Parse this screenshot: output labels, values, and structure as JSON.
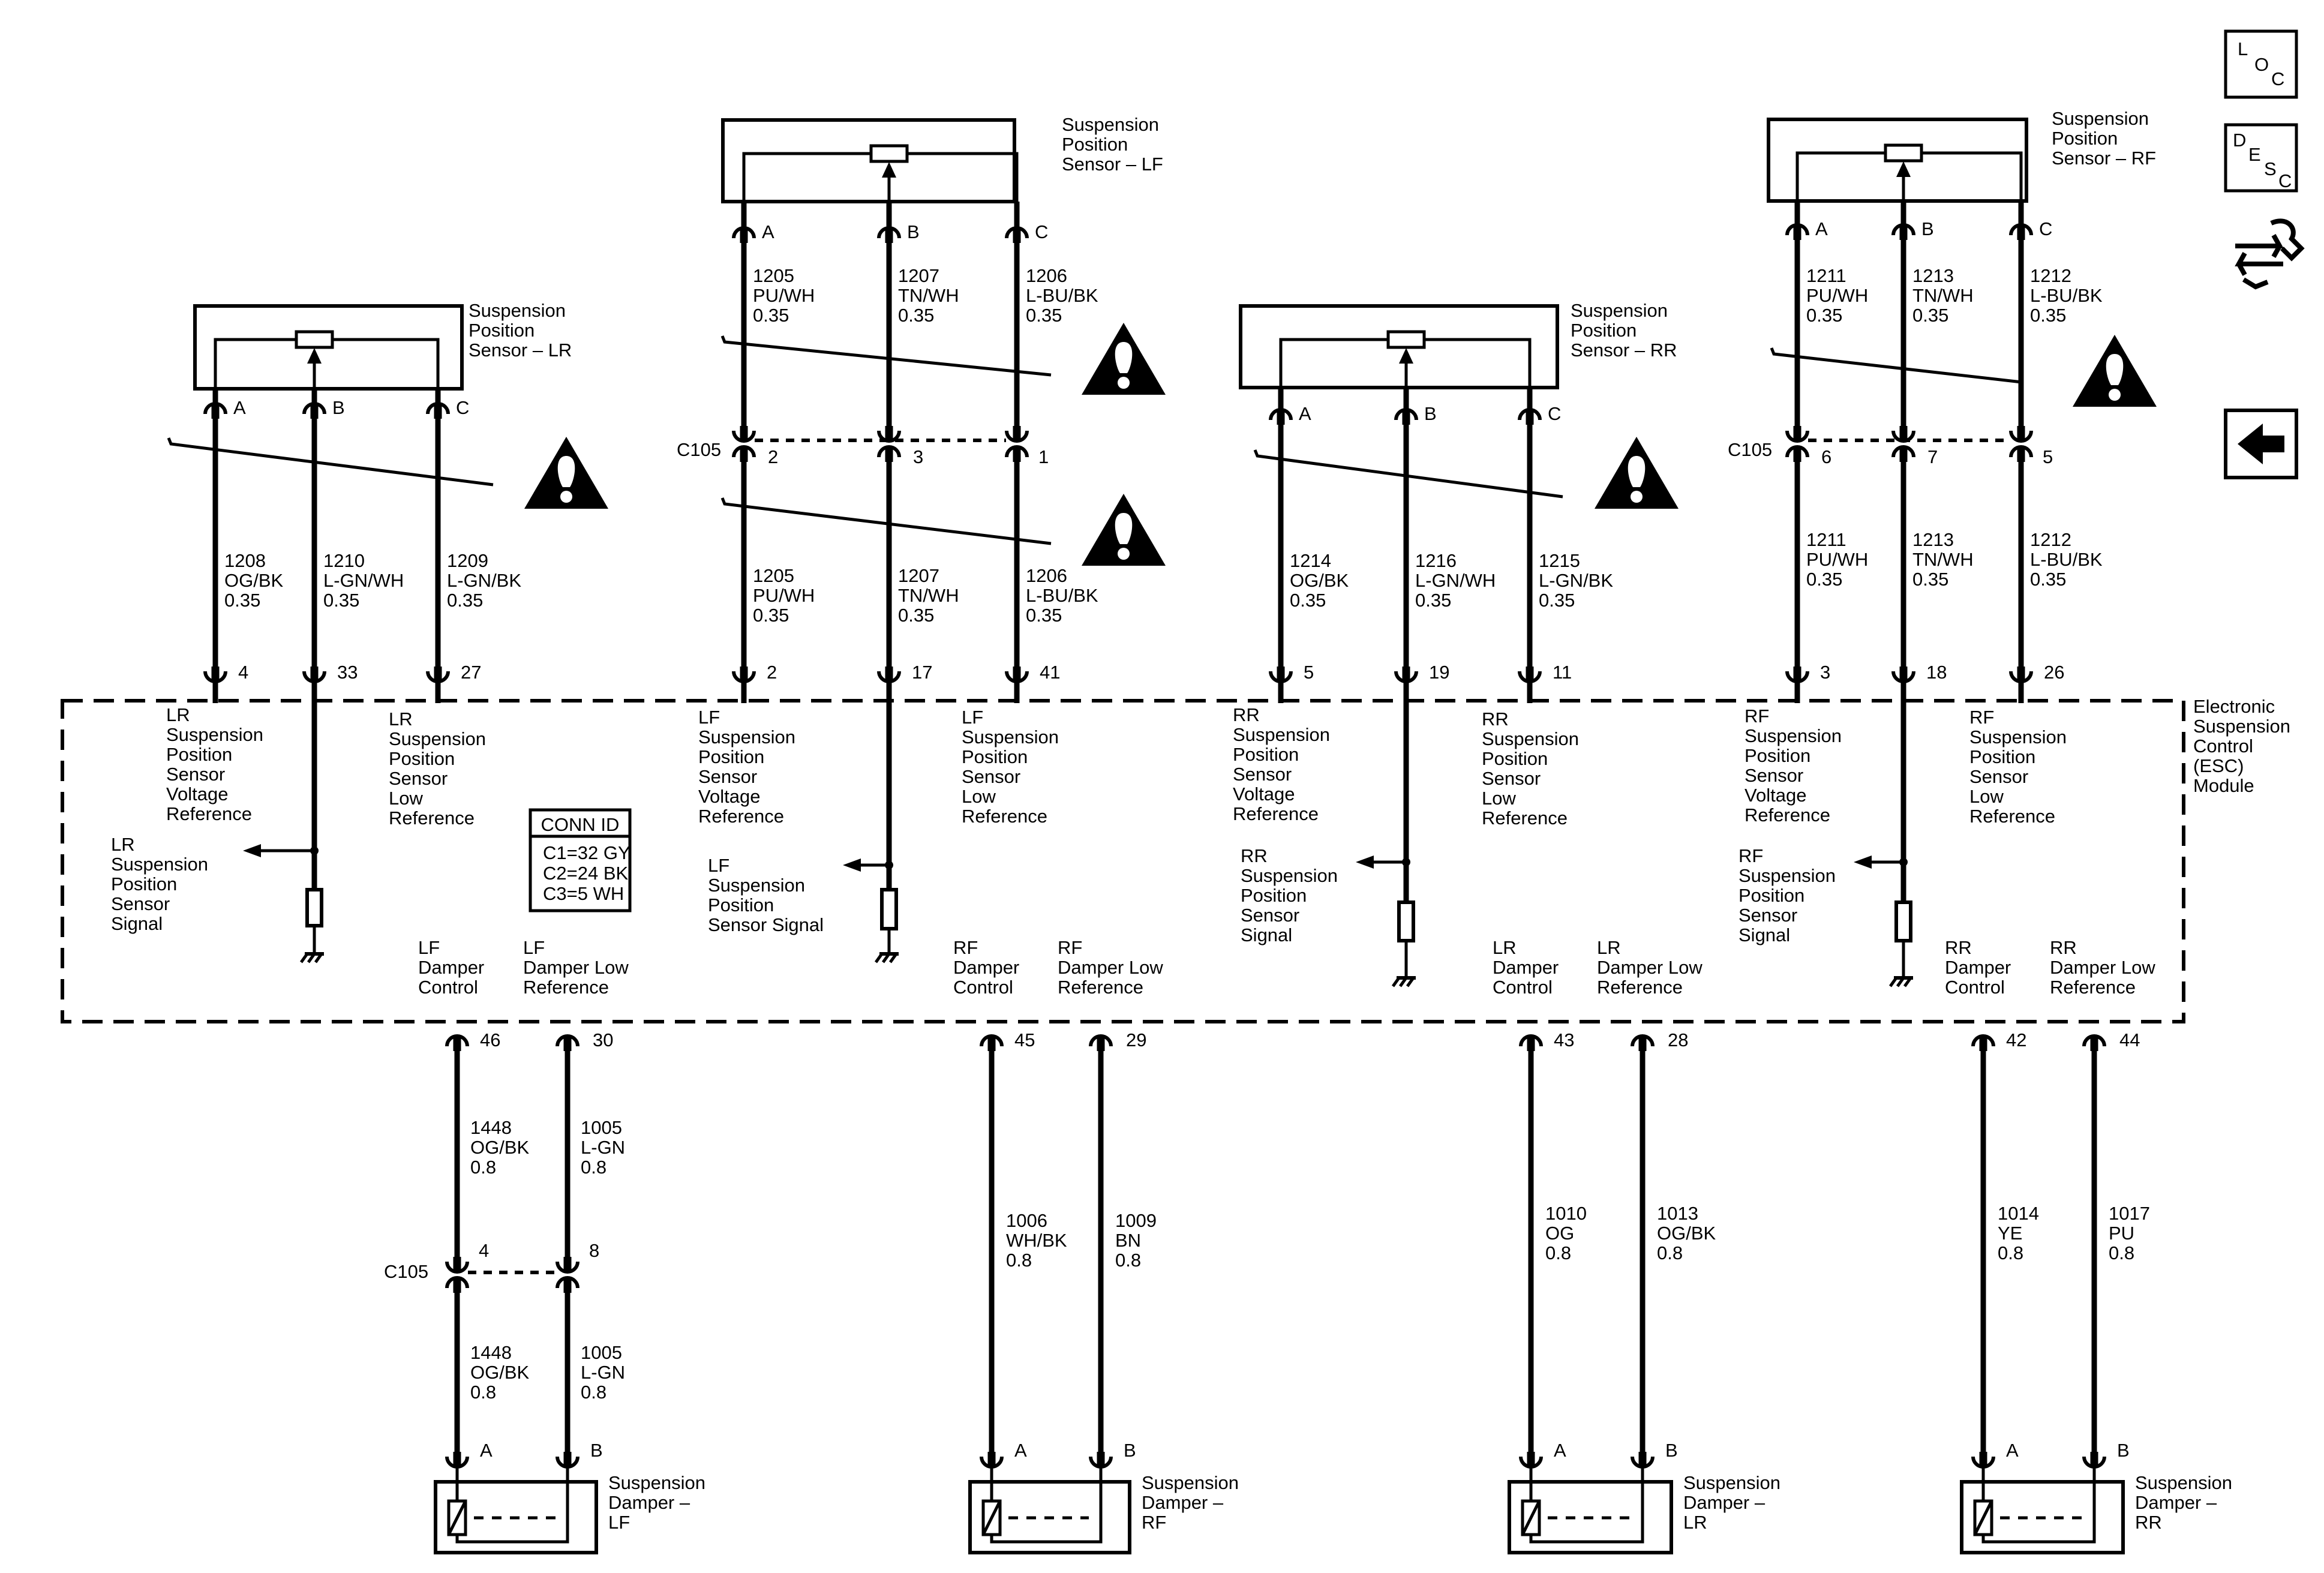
{
  "colors": {
    "line": "#000000",
    "background": "#ffffff"
  },
  "icons": {
    "loc": "L O C",
    "desc": "D E S C",
    "connector_view": "connector-icon",
    "back": "back-arrow-icon",
    "caution": "caution-icon"
  },
  "connector_c105": "C105",
  "module": {
    "name": "Electronic\nSuspension\nControl\n(ESC)\nModule"
  },
  "conn_id": {
    "title": "CONN ID",
    "lines": [
      "C1=32 GY",
      "C2=24 BK",
      "C3=5 WH"
    ]
  },
  "sensor_pins": [
    "A",
    "B",
    "C"
  ],
  "sensors": [
    {
      "name": "Suspension\nPosition\nSensor – LR",
      "upper_wires": [
        {
          "text": "1208\nOG/BK\n0.35",
          "module_pin": "4"
        },
        {
          "text": "1210\nL-GN/WH\n0.35",
          "module_pin": "33"
        },
        {
          "text": "1209\nL-GN/BK\n0.35",
          "module_pin": "27"
        }
      ],
      "module_labels": [
        "LR\nSuspension\nPosition\nSensor\nVoltage\nReference",
        "LR\nSuspension\nPosition\nSensor\nLow\nReference"
      ],
      "signal_label": "LR\nSuspension\nPosition\nSensor\nSignal"
    },
    {
      "name": "Suspension\nPosition\nSensor – LF",
      "upper_wires": [
        {
          "text": "1205\nPU/WH\n0.35",
          "c105_pin": "2"
        },
        {
          "text": "1207\nTN/WH\n0.35",
          "c105_pin": "3"
        },
        {
          "text": "1206\nL-BU/BK\n0.35",
          "c105_pin": "1"
        }
      ],
      "lower_wires": [
        {
          "text": "1205\nPU/WH\n0.35",
          "module_pin": "2"
        },
        {
          "text": "1207\nTN/WH\n0.35",
          "module_pin": "17"
        },
        {
          "text": "1206\nL-BU/BK\n0.35",
          "module_pin": "41"
        }
      ],
      "module_labels": [
        "LF\nSuspension\nPosition\nSensor\nVoltage\nReference",
        "LF\nSuspension\nPosition\nSensor\nLow\nReference"
      ],
      "signal_label": "LF\nSuspension\nPosition\nSensor Signal"
    },
    {
      "name": "Suspension\nPosition\nSensor – RR",
      "upper_wires": [
        {
          "text": "1214\nOG/BK\n0.35",
          "module_pin": "5"
        },
        {
          "text": "1216\nL-GN/WH\n0.35",
          "module_pin": "19"
        },
        {
          "text": "1215\nL-GN/BK\n0.35",
          "module_pin": "11"
        }
      ],
      "module_labels": [
        "RR\nSuspension\nPosition\nSensor\nVoltage\nReference",
        "RR\nSuspension\nPosition\nSensor\nLow\nReference"
      ],
      "signal_label": "RR\nSuspension\nPosition\nSensor\nSignal"
    },
    {
      "name": "Suspension\nPosition\nSensor – RF",
      "upper_wires": [
        {
          "text": "1211\nPU/WH\n0.35",
          "c105_pin": "6"
        },
        {
          "text": "1213\nTN/WH\n0.35",
          "c105_pin": "7"
        },
        {
          "text": "1212\nL-BU/BK\n0.35",
          "c105_pin": "5"
        }
      ],
      "lower_wires": [
        {
          "text": "1211\nPU/WH\n0.35",
          "module_pin": "3"
        },
        {
          "text": "1213\nTN/WH\n0.35",
          "module_pin": "18"
        },
        {
          "text": "1212\nL-BU/BK\n0.35",
          "module_pin": "26"
        }
      ],
      "module_labels": [
        "RF\nSuspension\nPosition\nSensor\nVoltage\nReference",
        "RF\nSuspension\nPosition\nSensor\nLow\nReference"
      ],
      "signal_label": "RF\nSuspension\nPosition\nSensor\nSignal"
    }
  ],
  "damper_pins": [
    "A",
    "B"
  ],
  "dampers": [
    {
      "name": "Suspension\nDamper –\nLF",
      "control_label": "LF\nDamper\nControl",
      "low_label": "LF\nDamper Low\nReference",
      "module_pins": [
        "46",
        "30"
      ],
      "upper_wires": [
        "1448\nOG/BK\n0.8",
        "1005\nL-GN\n0.8"
      ],
      "c105_pins": [
        "4",
        "8"
      ],
      "lower_wires": [
        "1448\nOG/BK\n0.8",
        "1005\nL-GN\n0.8"
      ]
    },
    {
      "name": "Suspension\nDamper –\nRF",
      "control_label": "RF\nDamper\nControl",
      "low_label": "RF\nDamper Low\nReference",
      "module_pins": [
        "45",
        "29"
      ],
      "wires": [
        "1006\nWH/BK\n0.8",
        "1009\nBN\n0.8"
      ]
    },
    {
      "name": "Suspension\nDamper –\nLR",
      "control_label": "LR\nDamper\nControl",
      "low_label": "LR\nDamper Low\nReference",
      "module_pins": [
        "43",
        "28"
      ],
      "wires": [
        "1010\nOG\n0.8",
        "1013\nOG/BK\n0.8"
      ]
    },
    {
      "name": "Suspension\nDamper –\nRR",
      "control_label": "RR\nDamper\nControl",
      "low_label": "RR\nDamper Low\nReference",
      "module_pins": [
        "42",
        "44"
      ],
      "wires": [
        "1014\nYE\n0.8",
        "1017\nPU\n0.8"
      ]
    }
  ]
}
